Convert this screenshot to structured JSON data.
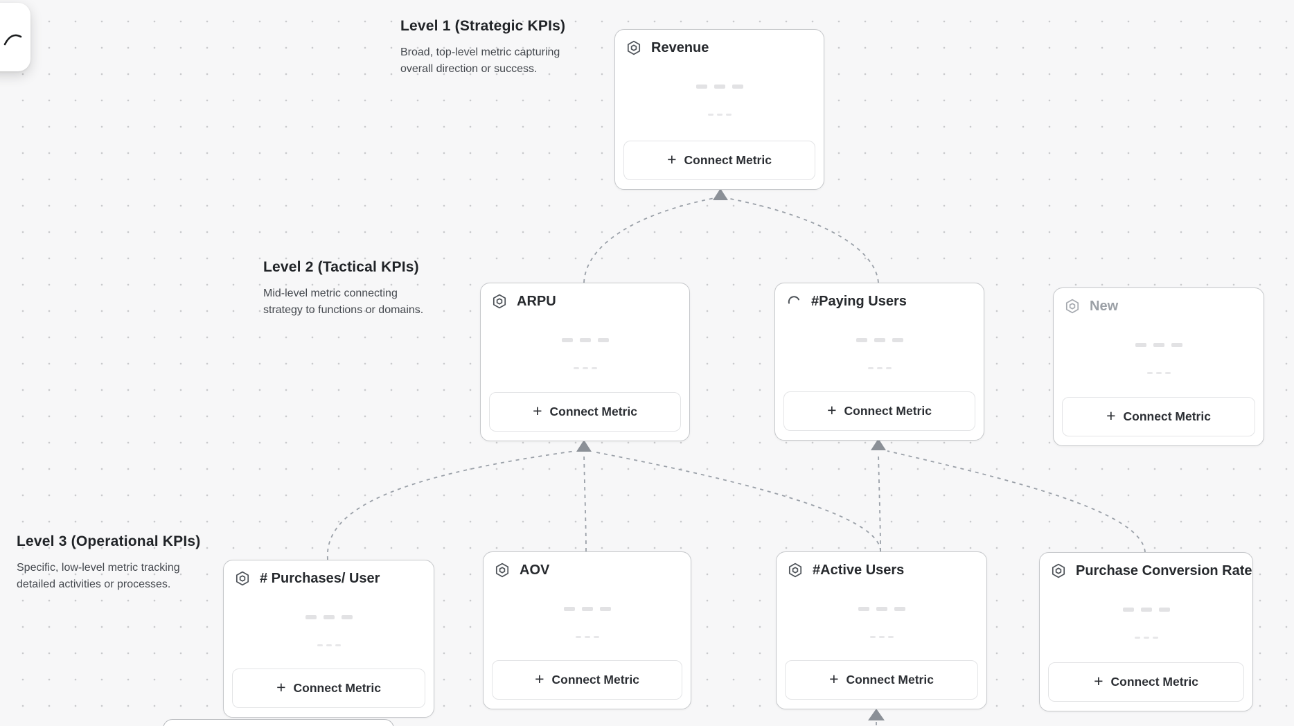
{
  "levels": [
    {
      "title": "Level 1 (Strategic KPIs)",
      "lines": [
        "Broad, top-level metric capturing",
        "overall direction or success."
      ]
    },
    {
      "title": "Level 2 (Tactical KPIs)",
      "lines": [
        "Mid-level metric connecting",
        "strategy to functions or domains."
      ]
    },
    {
      "title": "Level 3 (Operational KPIs)",
      "lines": [
        "Specific, low-level metric tracking",
        "detailed activities or processes."
      ]
    }
  ],
  "cards": [
    {
      "title": "Revenue",
      "level": "level1",
      "icon": "hexagon-metric-icon",
      "state": "default"
    },
    {
      "title": "ARPU",
      "level": "level2",
      "icon": "hexagon-metric-icon",
      "state": "default"
    },
    {
      "title": "#Paying Users",
      "level": "level2",
      "icon": "spinner-icon",
      "state": "loading"
    },
    {
      "title": "New",
      "level": "level2",
      "icon": "hexagon-metric-icon",
      "state": "draft"
    },
    {
      "title": "# Purchases/ User",
      "level": "level3",
      "icon": "hexagon-metric-icon",
      "state": "default"
    },
    {
      "title": "AOV",
      "level": "level3",
      "icon": "hexagon-metric-icon",
      "state": "default"
    },
    {
      "title": "#Active Users",
      "level": "level3",
      "icon": "hexagon-metric-icon",
      "state": "default"
    },
    {
      "title": "Purchase Conversion Rate",
      "level": "level3",
      "icon": "hexagon-metric-icon",
      "state": "default"
    }
  ],
  "buttons": {
    "connect_metric": "Connect Metric",
    "plus": "+"
  },
  "colors": {
    "canvas_bg": "#f7f7f8",
    "dot": "#c9cacc",
    "card_border": "#c6c8cb",
    "connector": "#9aa0a8",
    "arrowhead": "#8b9097",
    "title_text": "#26292d",
    "muted_text": "#9ba0a6"
  }
}
